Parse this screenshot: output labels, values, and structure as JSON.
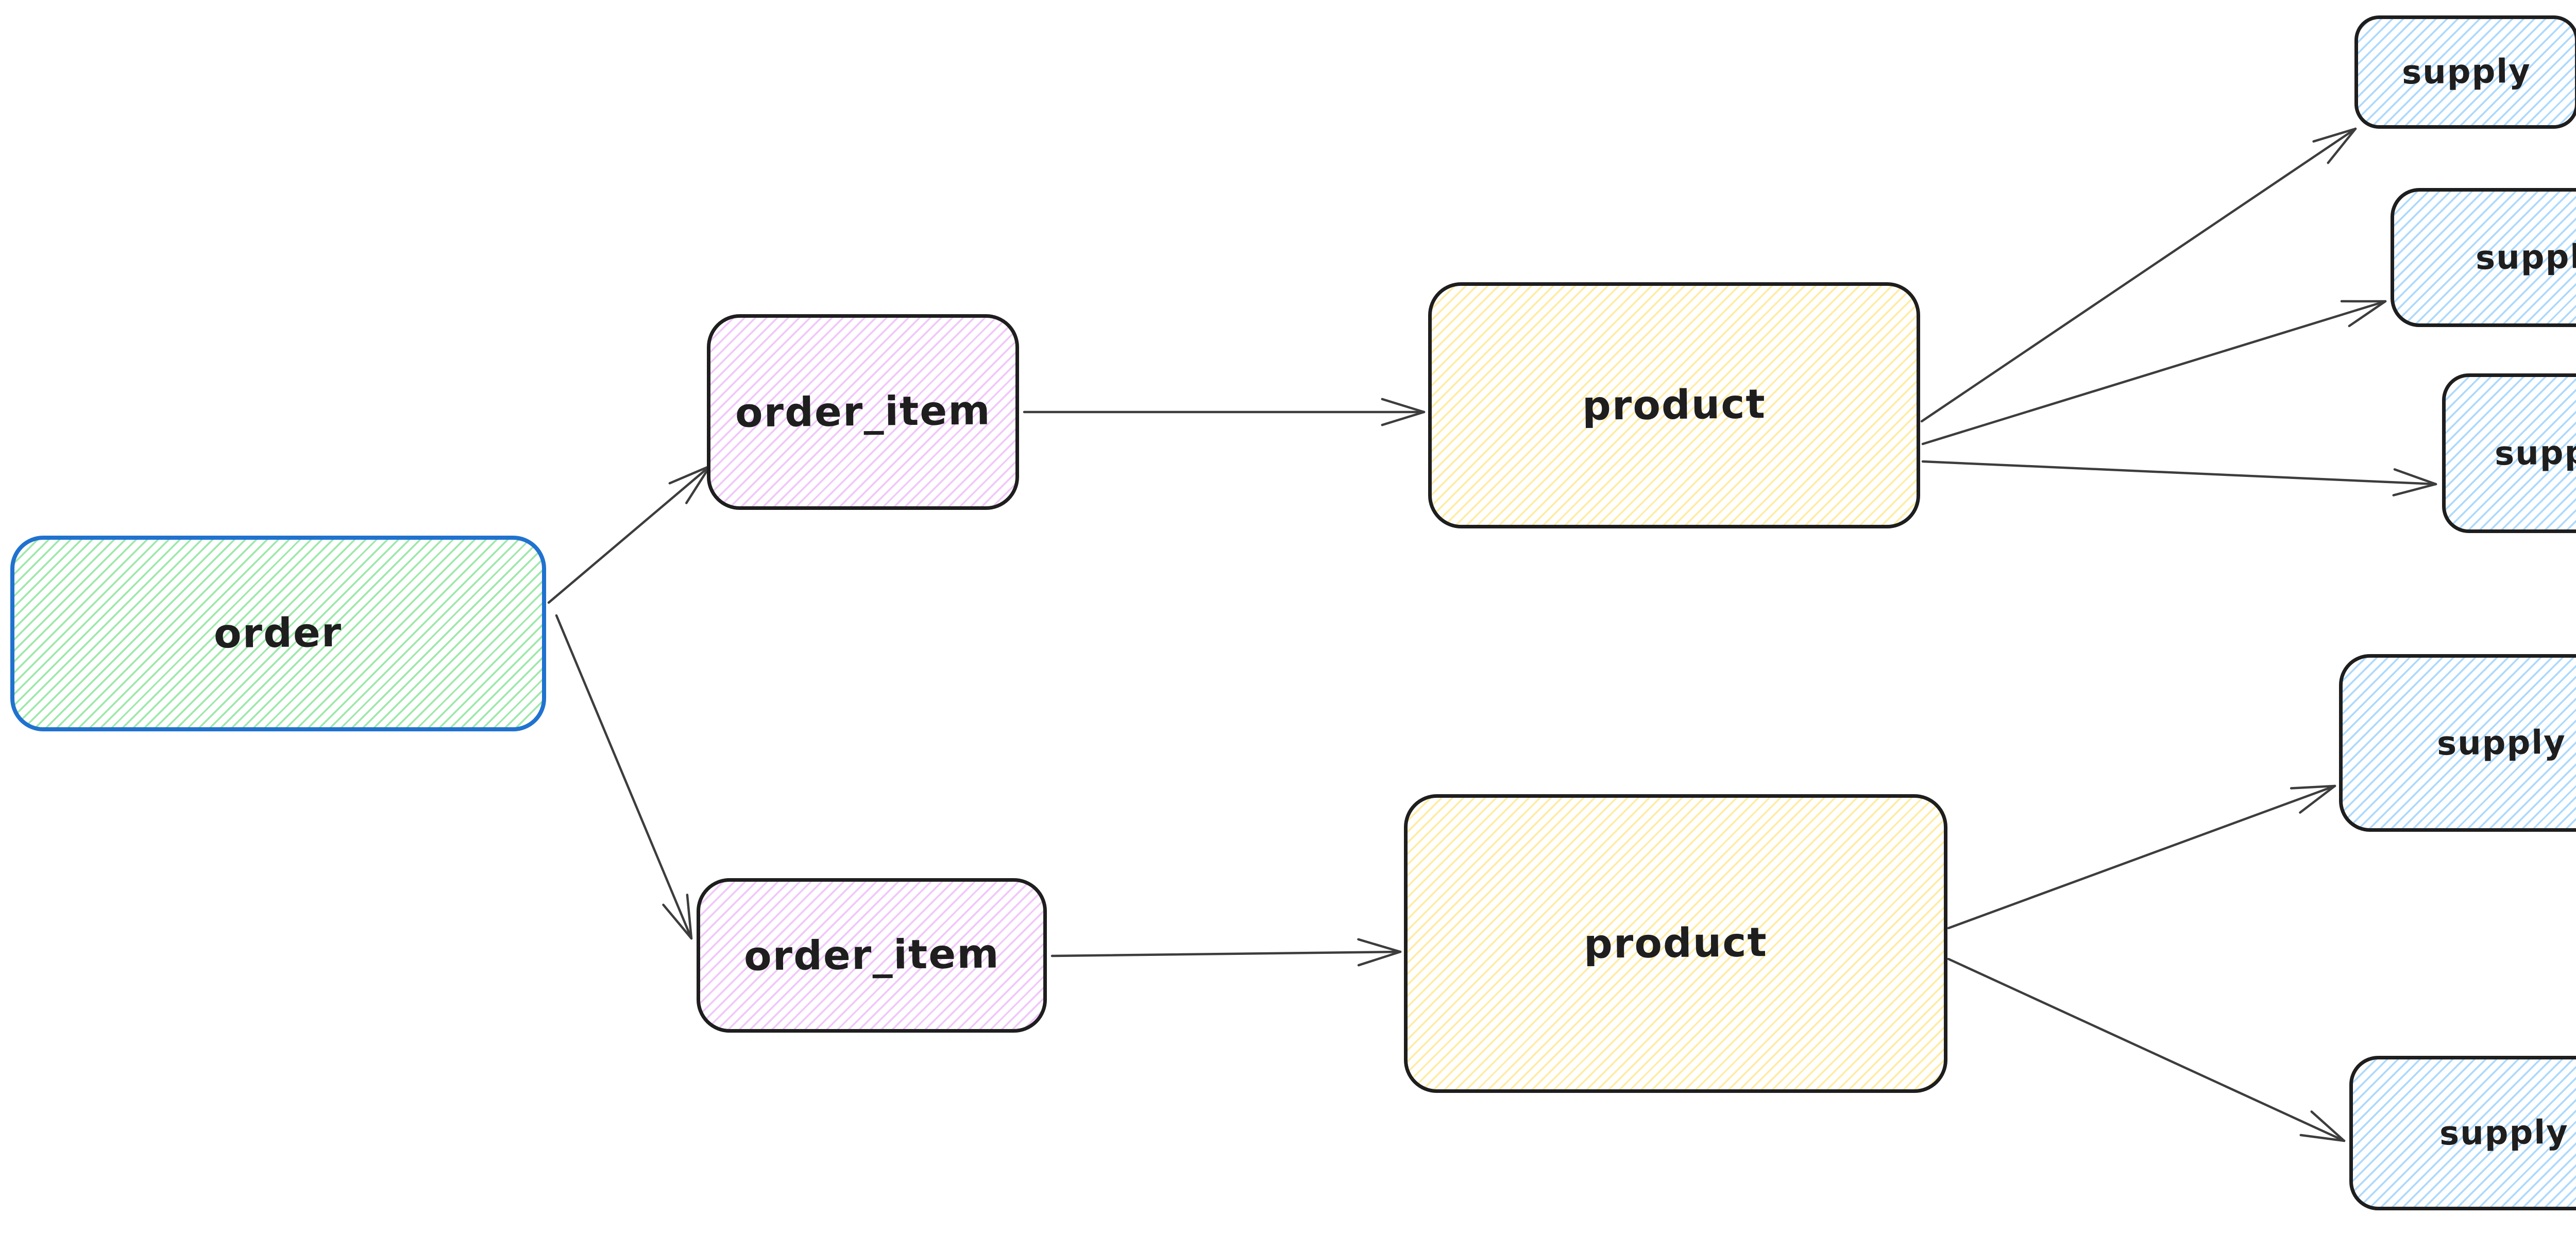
{
  "diagram": {
    "nodes": {
      "order": {
        "label": "order",
        "type": "order entity"
      },
      "order_item_top": {
        "label": "order_item",
        "type": "order item entity"
      },
      "order_item_bottom": {
        "label": "order_item",
        "type": "order item entity"
      },
      "product_top": {
        "label": "product",
        "type": "product entity"
      },
      "product_bottom": {
        "label": "product",
        "type": "product entity"
      },
      "supply_1": {
        "label": "supply",
        "type": "supply entity"
      },
      "supply_2": {
        "label": "supply",
        "type": "supply entity"
      },
      "supply_3": {
        "label": "supply",
        "type": "supply entity"
      },
      "supply_4": {
        "label": "supply",
        "type": "supply entity"
      },
      "supply_5": {
        "label": "supply",
        "type": "supply entity"
      }
    },
    "edges": [
      {
        "from": "order",
        "to": "order_item_top"
      },
      {
        "from": "order",
        "to": "order_item_bottom"
      },
      {
        "from": "order_item_top",
        "to": "product_top"
      },
      {
        "from": "order_item_bottom",
        "to": "product_bottom"
      },
      {
        "from": "product_top",
        "to": "supply_1"
      },
      {
        "from": "product_top",
        "to": "supply_2"
      },
      {
        "from": "product_top",
        "to": "supply_3"
      },
      {
        "from": "product_bottom",
        "to": "supply_4"
      },
      {
        "from": "product_bottom",
        "to": "supply_5"
      }
    ],
    "colors": {
      "background": "#ffffff",
      "order_border": "#2072cf",
      "order_fill_hatch": "#69db7c",
      "entity_border": "#1e1e1e",
      "order_item_fill_hatch": "#e599f7",
      "product_fill_hatch": "#ffe066",
      "supply_fill_hatch": "#74c0fc",
      "arrow": "#3d3d3d",
      "label_text": "#1e1e1e"
    }
  }
}
